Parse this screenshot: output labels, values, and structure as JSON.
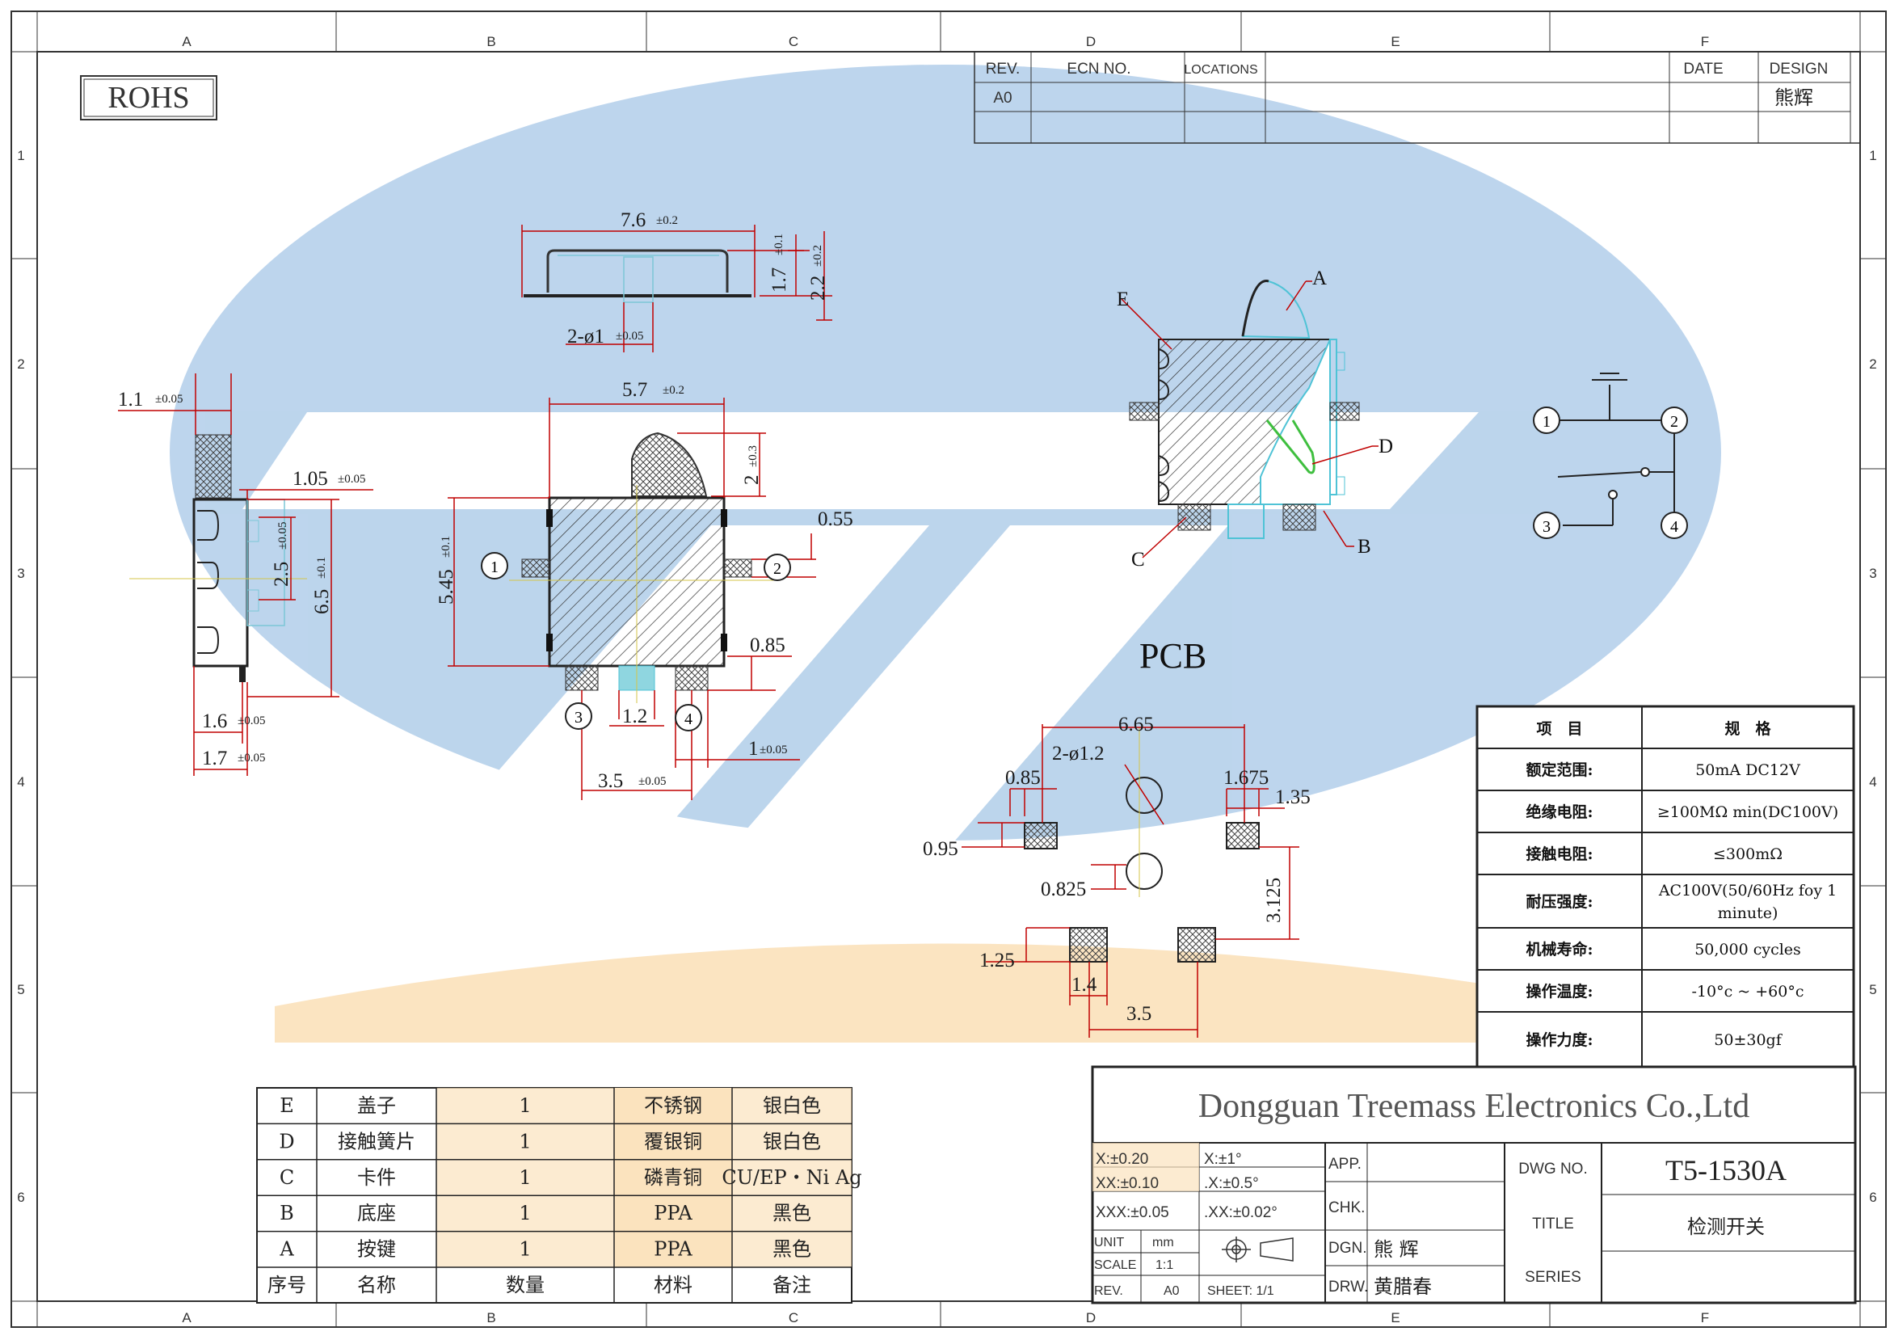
{
  "frame": {
    "zones_h": [
      "A",
      "B",
      "C",
      "D",
      "E",
      "F"
    ],
    "zones_v": [
      "1",
      "2",
      "3",
      "4",
      "5",
      "6"
    ],
    "rohs": "ROHS"
  },
  "revision": {
    "headers": [
      "REV.",
      "ECN NO.",
      "LOCATIONS",
      "",
      "DATE",
      "DESIGN"
    ],
    "row": [
      "A0",
      "",
      "",
      "",
      "",
      "熊辉"
    ]
  },
  "dims": {
    "top_width": "7.6",
    "top_width_tol": "±0.2",
    "top_h1": "1.7",
    "top_h1_tol": "±0.1",
    "top_h2": "2.2",
    "top_h2_tol": "±0.2",
    "top_hole": "2-ø1",
    "top_hole_tol": "±0.05",
    "side_w": "1.1",
    "side_w_tol": "±0.05",
    "side_step": "1.05",
    "side_step_tol": "±0.05",
    "side_pitch": "2.5",
    "side_pitch_tol": "±0.05",
    "side_h": "6.5",
    "side_h_tol": "±0.1",
    "side_b1": "1.6",
    "side_b1_tol": "±0.05",
    "side_b2": "1.7",
    "side_b2_tol": "±0.05",
    "front_w": "5.7",
    "front_w_tol": "±0.2",
    "front_h": "5.45",
    "front_h_tol": "±0.1",
    "front_act": "2",
    "front_act_tol": "±0.3",
    "front_055": "0.55",
    "front_085": "0.85",
    "front_12": "1.2",
    "front_1": "1",
    "front_1_tol": "±0.05",
    "front_35": "3.5",
    "front_35_tol": "±0.05",
    "pcb_title": "PCB",
    "pcb_665": "6.65",
    "pcb_hole": "2-ø1.2",
    "pcb_085": "0.85",
    "pcb_1675": "1.675",
    "pcb_135": "1.35",
    "pcb_095": "0.95",
    "pcb_0825": "0.825",
    "pcb_3125": "3.125",
    "pcb_125": "1.25",
    "pcb_14": "1.4",
    "pcb_35": "3.5"
  },
  "callouts": [
    "A",
    "B",
    "C",
    "D",
    "E"
  ],
  "pins": [
    "1",
    "2",
    "3",
    "4"
  ],
  "spec_table": {
    "header": [
      "项　目",
      "规　格"
    ],
    "rows": [
      {
        "k": "额定范围:",
        "v": "50mA DC12V"
      },
      {
        "k": "绝缘电阻:",
        "v": "≥100MΩ min(DC100V)"
      },
      {
        "k": "接触电阻:",
        "v": "≤300mΩ"
      },
      {
        "k": "耐压强度:",
        "v": "AC100V(50/60Hz foy 1",
        "v2": "minute)"
      },
      {
        "k": "机械寿命:",
        "v": "50,000 cycles"
      },
      {
        "k": "操作温度:",
        "v": "-10°c ~ +60°c"
      },
      {
        "k": "操作力度:",
        "v": "50±30gf"
      }
    ]
  },
  "bom": {
    "rows": [
      [
        "E",
        "盖子",
        "1",
        "不锈钢",
        "银白色"
      ],
      [
        "D",
        "接触簧片",
        "1",
        "覆银铜",
        "银白色"
      ],
      [
        "C",
        "卡件",
        "1",
        "磷青铜",
        "CU/EP・Ni  Ag"
      ],
      [
        "B",
        "底座",
        "1",
        "PPA",
        "黑色"
      ],
      [
        "A",
        "按键",
        "1",
        "PPA",
        "黑色"
      ]
    ],
    "header": [
      "序号",
      "名称",
      "数量",
      "材料",
      "备注"
    ]
  },
  "title_block": {
    "company": "Dongguan Treemass Electronics Co.,Ltd",
    "tol": [
      [
        "X:±0.20",
        "X:±1°"
      ],
      [
        "XX:±0.10",
        ".X:±0.5°"
      ],
      [
        "XXX:±0.05",
        ".XX:±0.02°"
      ]
    ],
    "unit_label": "UNIT",
    "unit": "mm",
    "scale_label": "SCALE",
    "scale": "1:1",
    "rev_label": "REV.",
    "rev": "A0",
    "sheet": "SHEET: 1/1",
    "app": "APP.",
    "chk": "CHK.",
    "dgn": "DGN.",
    "dgn_name": "熊 辉",
    "drw": "DRW.",
    "drw_name": "黄腊春",
    "dwg_label": "DWG NO.",
    "dwg_no": "T5-1530A",
    "title_label": "TITLE",
    "title": "检测开关",
    "series_label": "SERIES"
  },
  "colors": {
    "watermark_blue": "#b9d3ec",
    "watermark_orange": "#fbe3be",
    "dim_red": "#c00000",
    "outline_cyan": "#4fc3d6"
  }
}
